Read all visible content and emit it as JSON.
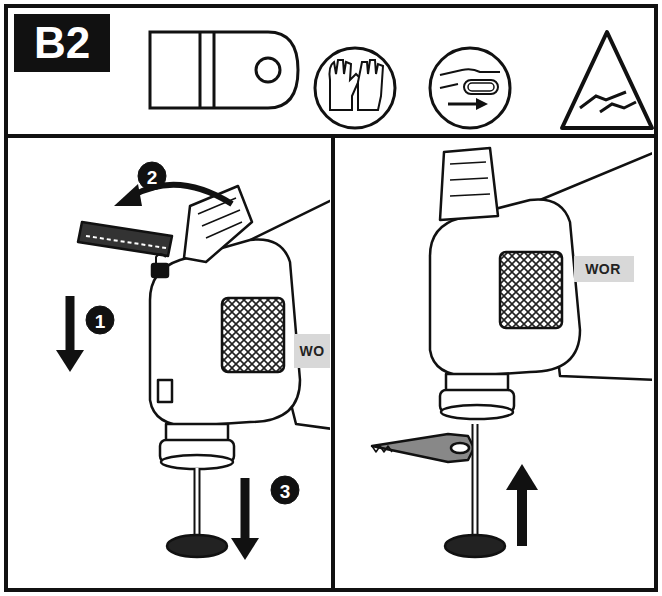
{
  "diagram": {
    "nodes": [
      {
        "text": [
          "B2"
        ]
      }
    ],
    "labels": [
      "2",
      "1",
      "3",
      "WO",
      "WOR"
    ]
  }
}
